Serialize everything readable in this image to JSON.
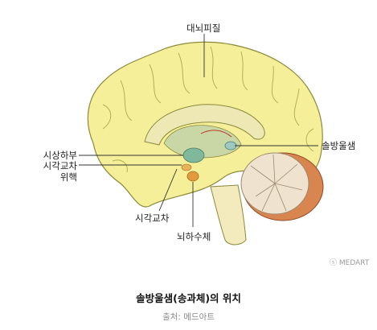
{
  "labels": {
    "cerebral_cortex": "대뇌피질",
    "pineal_gland": "솔방울샘",
    "hypothalamus": "시상하부",
    "suprachiasmatic_line1": "시각교차",
    "suprachiasmatic_line2": "위핵",
    "optic_chiasm": "시각교차",
    "pituitary_gland": "뇌하수체"
  },
  "watermark": "ⓢ MEDART",
  "caption": "솔방울샘(송과체)의 위치",
  "source": "출처: 메드아트",
  "colors": {
    "cortex": "#f6ef9a",
    "cortex_stroke": "#8a8a3a",
    "inner_structure": "#ede8b4",
    "thalamus_area": "#c9d7a6",
    "hypothalamus": "#7fb89a",
    "pineal": "#9fc9c0",
    "pituitary": "#e39a3c",
    "cerebellum": "#efe2cf",
    "cerebellum_outer": "#d9854f",
    "brainstem": "#f3ebbd"
  }
}
